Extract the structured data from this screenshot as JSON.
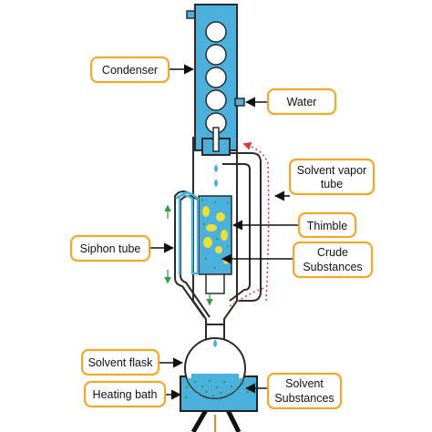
{
  "labels": {
    "condenser": "Condenser",
    "water": "Water",
    "solvent_vapor_tube_line1": "Solvent vapor",
    "solvent_vapor_tube_line2": "tube",
    "thimble": "Thimble",
    "crude_line1": "Crude",
    "crude_line2": "Substances",
    "siphon_tube": "Siphon tube",
    "solvent_flask": "Solvent flask",
    "heating_bath": "Heating bath",
    "solvent_substances_line1": "Solvent",
    "solvent_substances_line2": "Substances"
  },
  "colors": {
    "liquid": "#4bb1dc",
    "label_border": "#f2a82c",
    "vapor_arrow": "#d43b3b",
    "flow_arrow": "#3a9a4a",
    "particles": "#2f9e5a",
    "crude_solid": "#e9de3a"
  }
}
